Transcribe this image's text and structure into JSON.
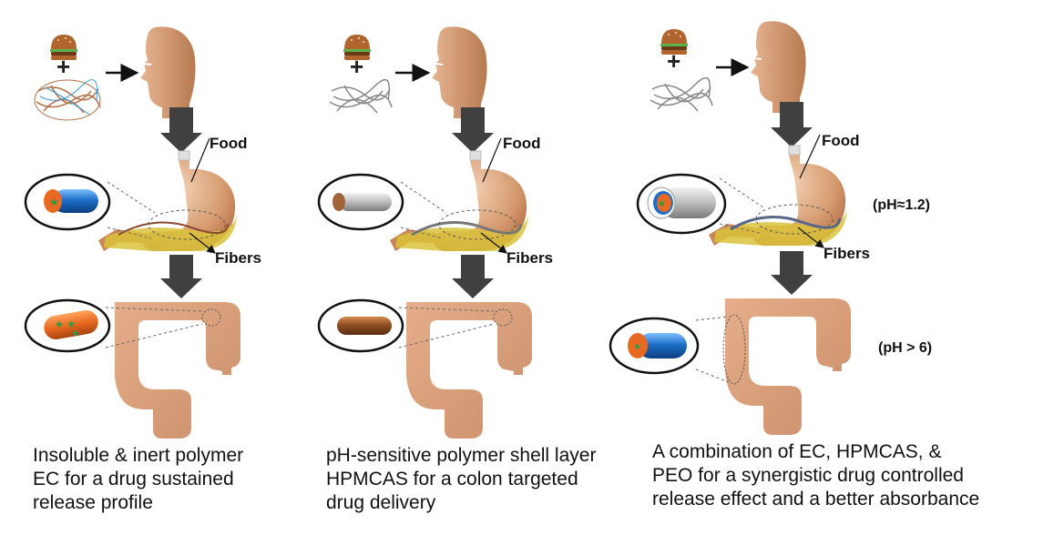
{
  "labels": {
    "food": "Food",
    "fibers": "Fibers",
    "ph_stomach": "(pH≈1.2)",
    "ph_colon": "(pH > 6)"
  },
  "panels": [
    {
      "caption": [
        "Insoluble & inert polymer",
        "EC for a drug sustained",
        "release profile"
      ],
      "fiber_in_stomach": "#b0704a",
      "fiber_in_colon": "#e86a20"
    },
    {
      "caption": [
        "pH-sensitive polymer shell layer",
        "HPMCAS for a colon targeted",
        "drug delivery"
      ],
      "fiber_in_stomach": "#9a9a9a",
      "fiber_in_colon": "#8a4a20"
    },
    {
      "caption": [
        "A combination of EC, HPMCAS, &",
        "PEO for a synergistic drug controlled",
        "release effect and a better absorbance"
      ],
      "fiber_in_stomach": "#c0c0c0",
      "fiber_in_colon": "#1e6fc9"
    }
  ],
  "colors": {
    "arrow": "#404040",
    "skin": "#c8865a",
    "bile": "#d9c23a",
    "ec_blue": "#1e6fc9",
    "drug_orange": "#e86a20",
    "drug_star": "#2a9a4a"
  },
  "icons": [
    "burger-icon",
    "fiber-mesh-icon",
    "head-icon",
    "stomach-icon",
    "colon-icon",
    "fiber-cylinder-icon"
  ]
}
